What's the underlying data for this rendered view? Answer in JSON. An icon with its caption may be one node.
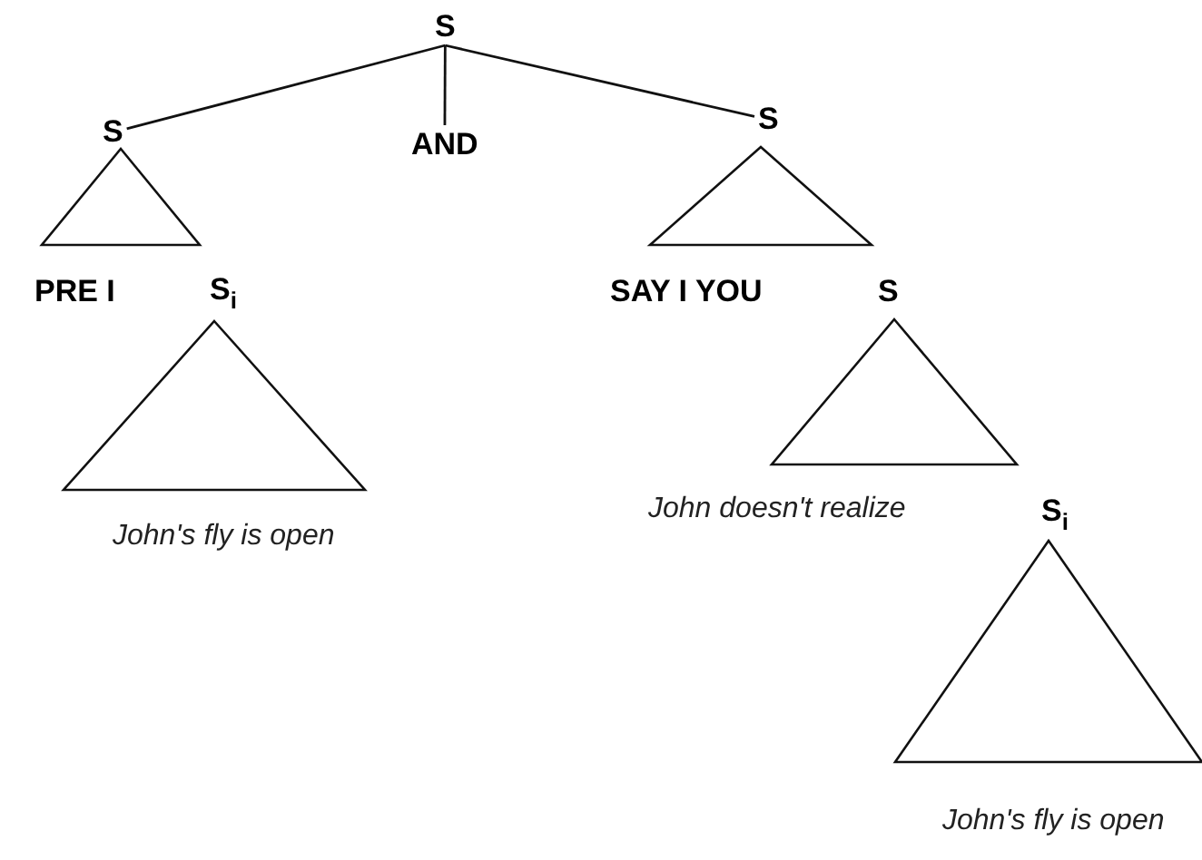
{
  "diagram": {
    "nodes": [
      {
        "text": [
          "S"
        ]
      },
      {
        "text": [
          "S"
        ]
      },
      {
        "text": [
          "AND"
        ]
      },
      {
        "text": [
          "S"
        ]
      },
      {
        "text": [],
        "shape": "triangle"
      },
      {
        "text": [],
        "shape": "triangle"
      },
      {
        "text": [
          "PRE I"
        ]
      },
      {
        "text": [
          "S$_{i}$"
        ]
      },
      {
        "text": [
          "SAY I YOU"
        ]
      },
      {
        "text": [
          "S"
        ]
      },
      {
        "text": [],
        "shape": "triangle"
      },
      {
        "text": [],
        "shape": "triangle"
      },
      {
        "text": [
          "John's fly is open"
        ]
      },
      {
        "text": [
          "John doesn't realize"
        ]
      },
      {
        "text": [
          "S$_{i}$"
        ]
      },
      {
        "text": [],
        "shape": "triangle"
      },
      {
        "text": [
          "John's fly is open"
        ]
      }
    ],
    "edges": [
      {
        "from": 0,
        "to": 1,
        "arrow": "none"
      },
      {
        "from": 0,
        "to": 2,
        "arrow": "none"
      },
      {
        "from": 0,
        "to": 3,
        "arrow": "none"
      }
    ]
  }
}
